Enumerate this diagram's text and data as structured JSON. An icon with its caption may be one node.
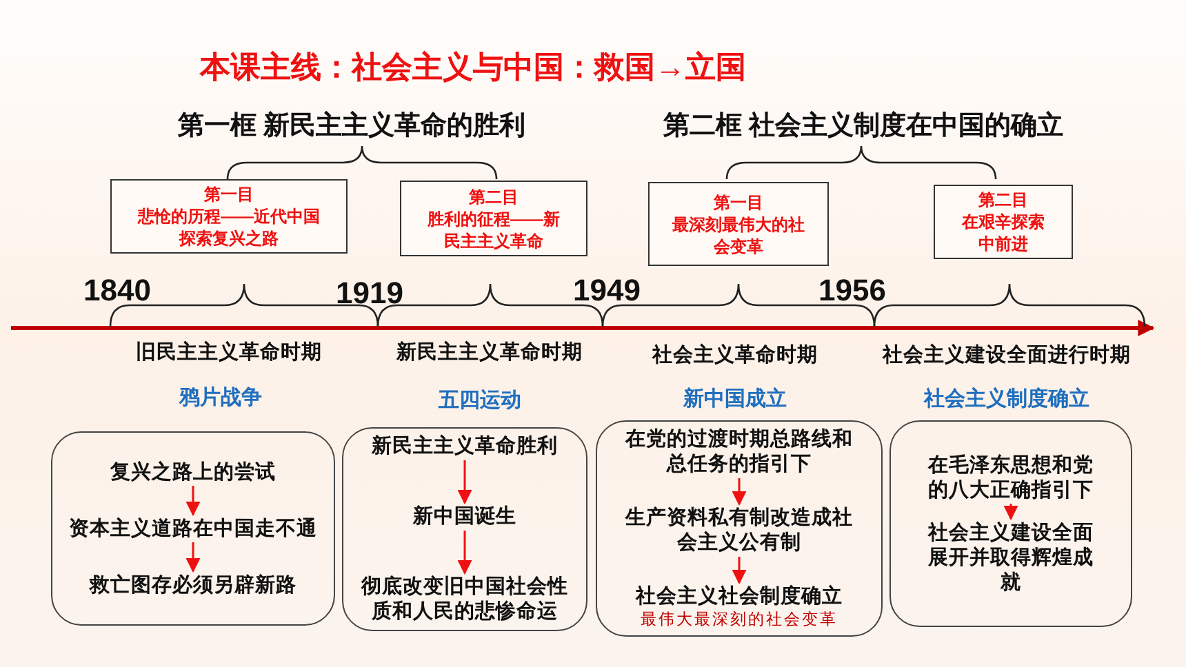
{
  "diagram": {
    "title": "本课主线：社会主义与中国：救国→立国",
    "nodes": [
      {
        "text": [
          "第一目",
          "悲怆的历程——近代中国探索复兴之路"
        ]
      },
      {
        "text": [
          "第二目",
          "胜利的征程——新民主主义革命"
        ]
      },
      {
        "text": [
          "第一目",
          "最深刻最伟大的社会变革"
        ]
      },
      {
        "text": [
          "第二目",
          "在艰辛探索中前进"
        ]
      },
      {
        "text": [],
        "shape": "box"
      },
      {
        "text": [
          "复兴之路上的尝试"
        ],
        "in": 4
      },
      {
        "text": [
          "资本主义道路在中国走不通"
        ],
        "in": 4
      },
      {
        "text": [
          "救亡图存必须另辟新路"
        ],
        "in": 4
      },
      {
        "text": [],
        "shape": "box"
      },
      {
        "text": [
          "新民主主义革命胜利"
        ],
        "in": 8
      },
      {
        "text": [
          "新中国诞生"
        ],
        "in": 8
      },
      {
        "text": [
          "彻底改变旧中国社会性质和人民的悲惨命运"
        ],
        "in": 8
      },
      {
        "text": [],
        "shape": "box"
      },
      {
        "text": [
          "在党的过渡时期总路线和总任务的指引下"
        ],
        "in": 12
      },
      {
        "text": [
          "生产资料私有制改造成社会主义公有制"
        ],
        "in": 12
      },
      {
        "text": [
          "社会主义社会制度确立"
        ],
        "in": 12,
        "beside": [
          "最伟大最深刻的社会变革"
        ]
      },
      {
        "text": [],
        "shape": "box"
      },
      {
        "text": [
          "在毛泽东思想和党的八大正确指引下"
        ],
        "in": 16
      },
      {
        "text": [
          "社会主义建设全面展开并取得辉煌成就"
        ],
        "in": 16
      }
    ],
    "edges": [
      {
        "from": 5,
        "to": 6,
        "arrow": "to"
      },
      {
        "from": 6,
        "to": 7,
        "arrow": "to"
      },
      {
        "from": 9,
        "to": 10,
        "arrow": "to"
      },
      {
        "from": 10,
        "to": 11,
        "arrow": "to"
      },
      {
        "from": 13,
        "to": 14,
        "arrow": "to"
      },
      {
        "from": 14,
        "to": 15,
        "arrow": "to"
      },
      {
        "from": 17,
        "to": 18,
        "arrow": "to"
      }
    ],
    "labels": [
      "第一框 新民主主义革命的胜利",
      "第二框 社会主义制度在中国的确立",
      "1840",
      "1919",
      "1949",
      "1956",
      "旧民主主义革命时期",
      "新民主主义革命时期",
      "社会主义革命时期",
      "社会主义建设全面进行时期",
      "鸦片战争",
      "五四运动",
      "新中国成立",
      "社会主义制度确立"
    ]
  }
}
